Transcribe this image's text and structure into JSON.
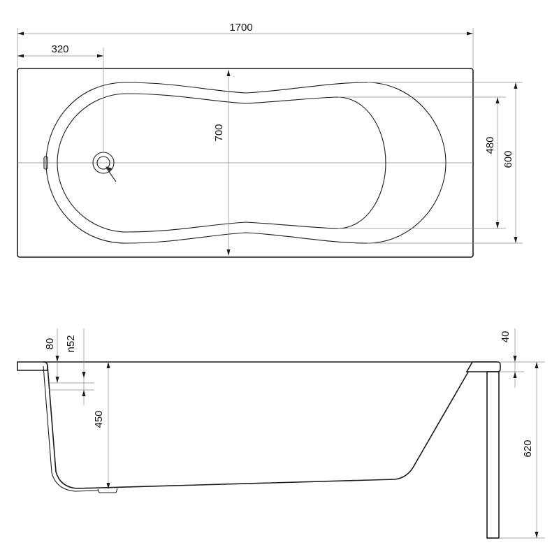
{
  "top_view": {
    "overall_length": "1700",
    "drain_offset": "320",
    "inner_length": "700",
    "inner_width": "480",
    "outer_width": "600"
  },
  "side_view": {
    "rim_height": "80",
    "overflow_label": "n52",
    "depth": "450",
    "rim_thickness": "40",
    "total_height": "620"
  }
}
